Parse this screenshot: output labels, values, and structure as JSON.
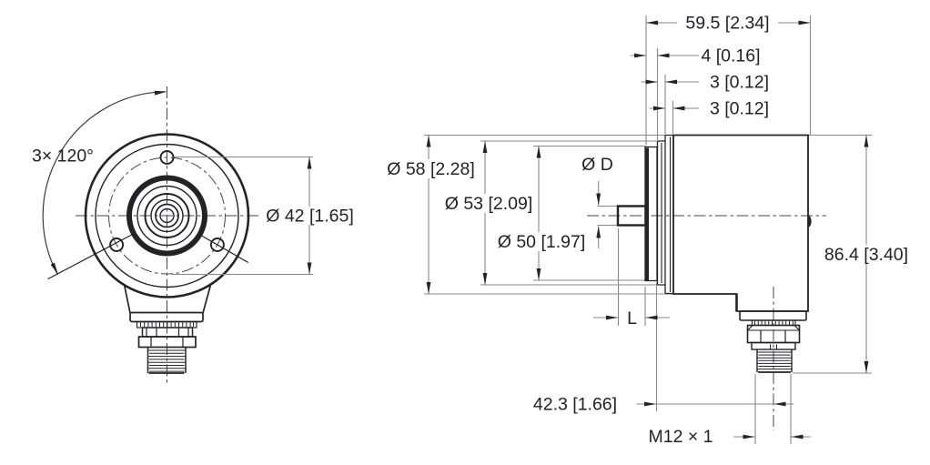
{
  "drawing": {
    "kind": "rotary-encoder-dimension-drawing",
    "colors": {
      "line": "#232327",
      "dimension_line": "#87898c",
      "background": "#ffffff"
    }
  },
  "front_view": {
    "hole_pattern_label": "3× 120°",
    "bolt_circle_diameter": "Ø 42 [1.65]"
  },
  "side_view": {
    "total_depth": "59.5 [2.34]",
    "flange_thickness": "4 [0.16]",
    "step_thickness_1": "3 [0.12]",
    "step_thickness_2": "3 [0.12]",
    "flange_diameter": "Ø 58 [2.28]",
    "pilot_diameter": "Ø 53 [2.09]",
    "centering_diameter": "Ø 50 [1.97]",
    "shaft_diameter": "Ø D",
    "shaft_length": "L",
    "total_height": "86.4 [3.40]",
    "connector_offset": "42.3 [1.66]",
    "connector_thread": "M12 × 1"
  }
}
